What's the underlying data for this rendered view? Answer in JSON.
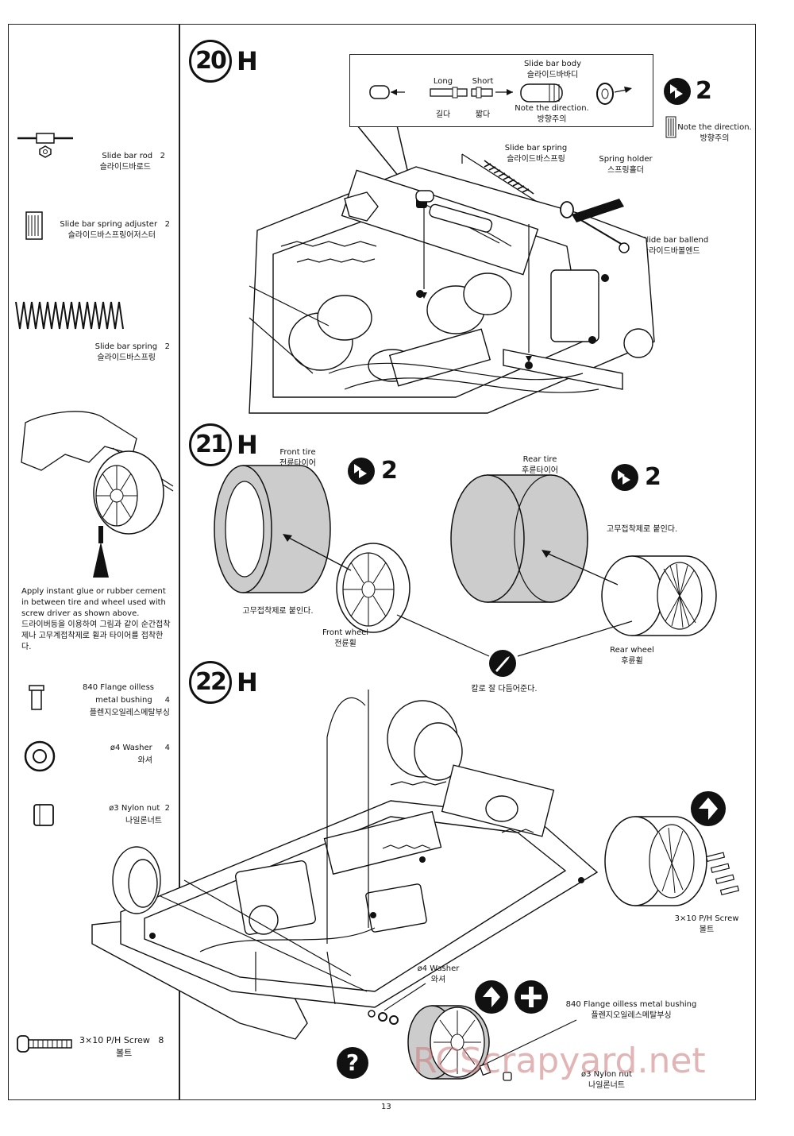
{
  "page_number": "13",
  "watermark": "RCScrapyard.net",
  "parts": [
    {
      "name": "Slide bar rod",
      "qty": "2",
      "kr": "슬라이드바로드"
    },
    {
      "name": "Slide bar spring adjuster",
      "qty": "2",
      "kr": "슬라이드바스프링어저스터"
    },
    {
      "name": "Slide bar spring",
      "qty": "2",
      "kr": "슬라이드바스프링"
    },
    {
      "name_line1": "840 Flange oilless",
      "name_line2": "metal bushing",
      "qty": "4",
      "kr": "플렌지오일레스메탈부싱"
    },
    {
      "name": "ø4 Washer",
      "qty": "4",
      "kr": "와셔"
    },
    {
      "name": "ø3 Nylon nut",
      "qty": "2",
      "kr": "나일론너트"
    },
    {
      "name": "3×10 P/H Screw",
      "qty": "8",
      "kr": "볼트"
    }
  ],
  "glue_instruction": {
    "en": "Apply instant glue or rubber cement in between tire and wheel used with screw driver as shown above.",
    "kr": "드라이버등을 이용하여 그림과 같이 순간접착제나 고무계접착제로 휠과 타이어를 접착한다."
  },
  "steps": [
    {
      "number": "20",
      "letter": "H"
    },
    {
      "number": "21",
      "letter": "H"
    },
    {
      "number": "22",
      "letter": "H"
    }
  ],
  "step20": {
    "box": {
      "body": "Slide bar body",
      "body_kr": "슬라이드바바디",
      "long": "Long",
      "long_kr": "길다",
      "short": "Short",
      "short_kr": "짧다",
      "note": "Note the direction.",
      "note_kr": "방향주의"
    },
    "qty": "2",
    "note2": "Note the direction.",
    "note2_kr": "방향주의",
    "spring": "Slide bar spring",
    "spring_kr": "슬라이드바스프링",
    "holder": "Spring holder",
    "holder_kr": "스프링홀더",
    "ballend": "Slide bar ballend",
    "ballend_kr": "슬라이드바볼엔드"
  },
  "step21": {
    "front_tire": "Front tire",
    "front_tire_kr": "전륜타이어",
    "rear_tire": "Rear tire",
    "rear_tire_kr": "후륜타이어",
    "glue_left": "고무접착제로 붙인다.",
    "glue_right": "고무접착제로 붙인다.",
    "front_wheel": "Front wheel",
    "front_wheel_kr": "전륜휠",
    "rear_wheel": "Rear wheel",
    "rear_wheel_kr": "후륜휠",
    "trim": "칼로 잘 다듬어준다.",
    "qty_front": "2",
    "qty_rear": "2"
  },
  "step22": {
    "screw": "3×10 P/H Screw",
    "screw_kr": "볼트",
    "washer": "ø4 Washer",
    "washer_kr": "와셔",
    "bushing": "840 Flange oilless metal bushing",
    "bushing_kr": "플렌지오일레스메탈부싱",
    "nut": "ø3 Nylon nut",
    "nut_kr": "나일론너트"
  }
}
